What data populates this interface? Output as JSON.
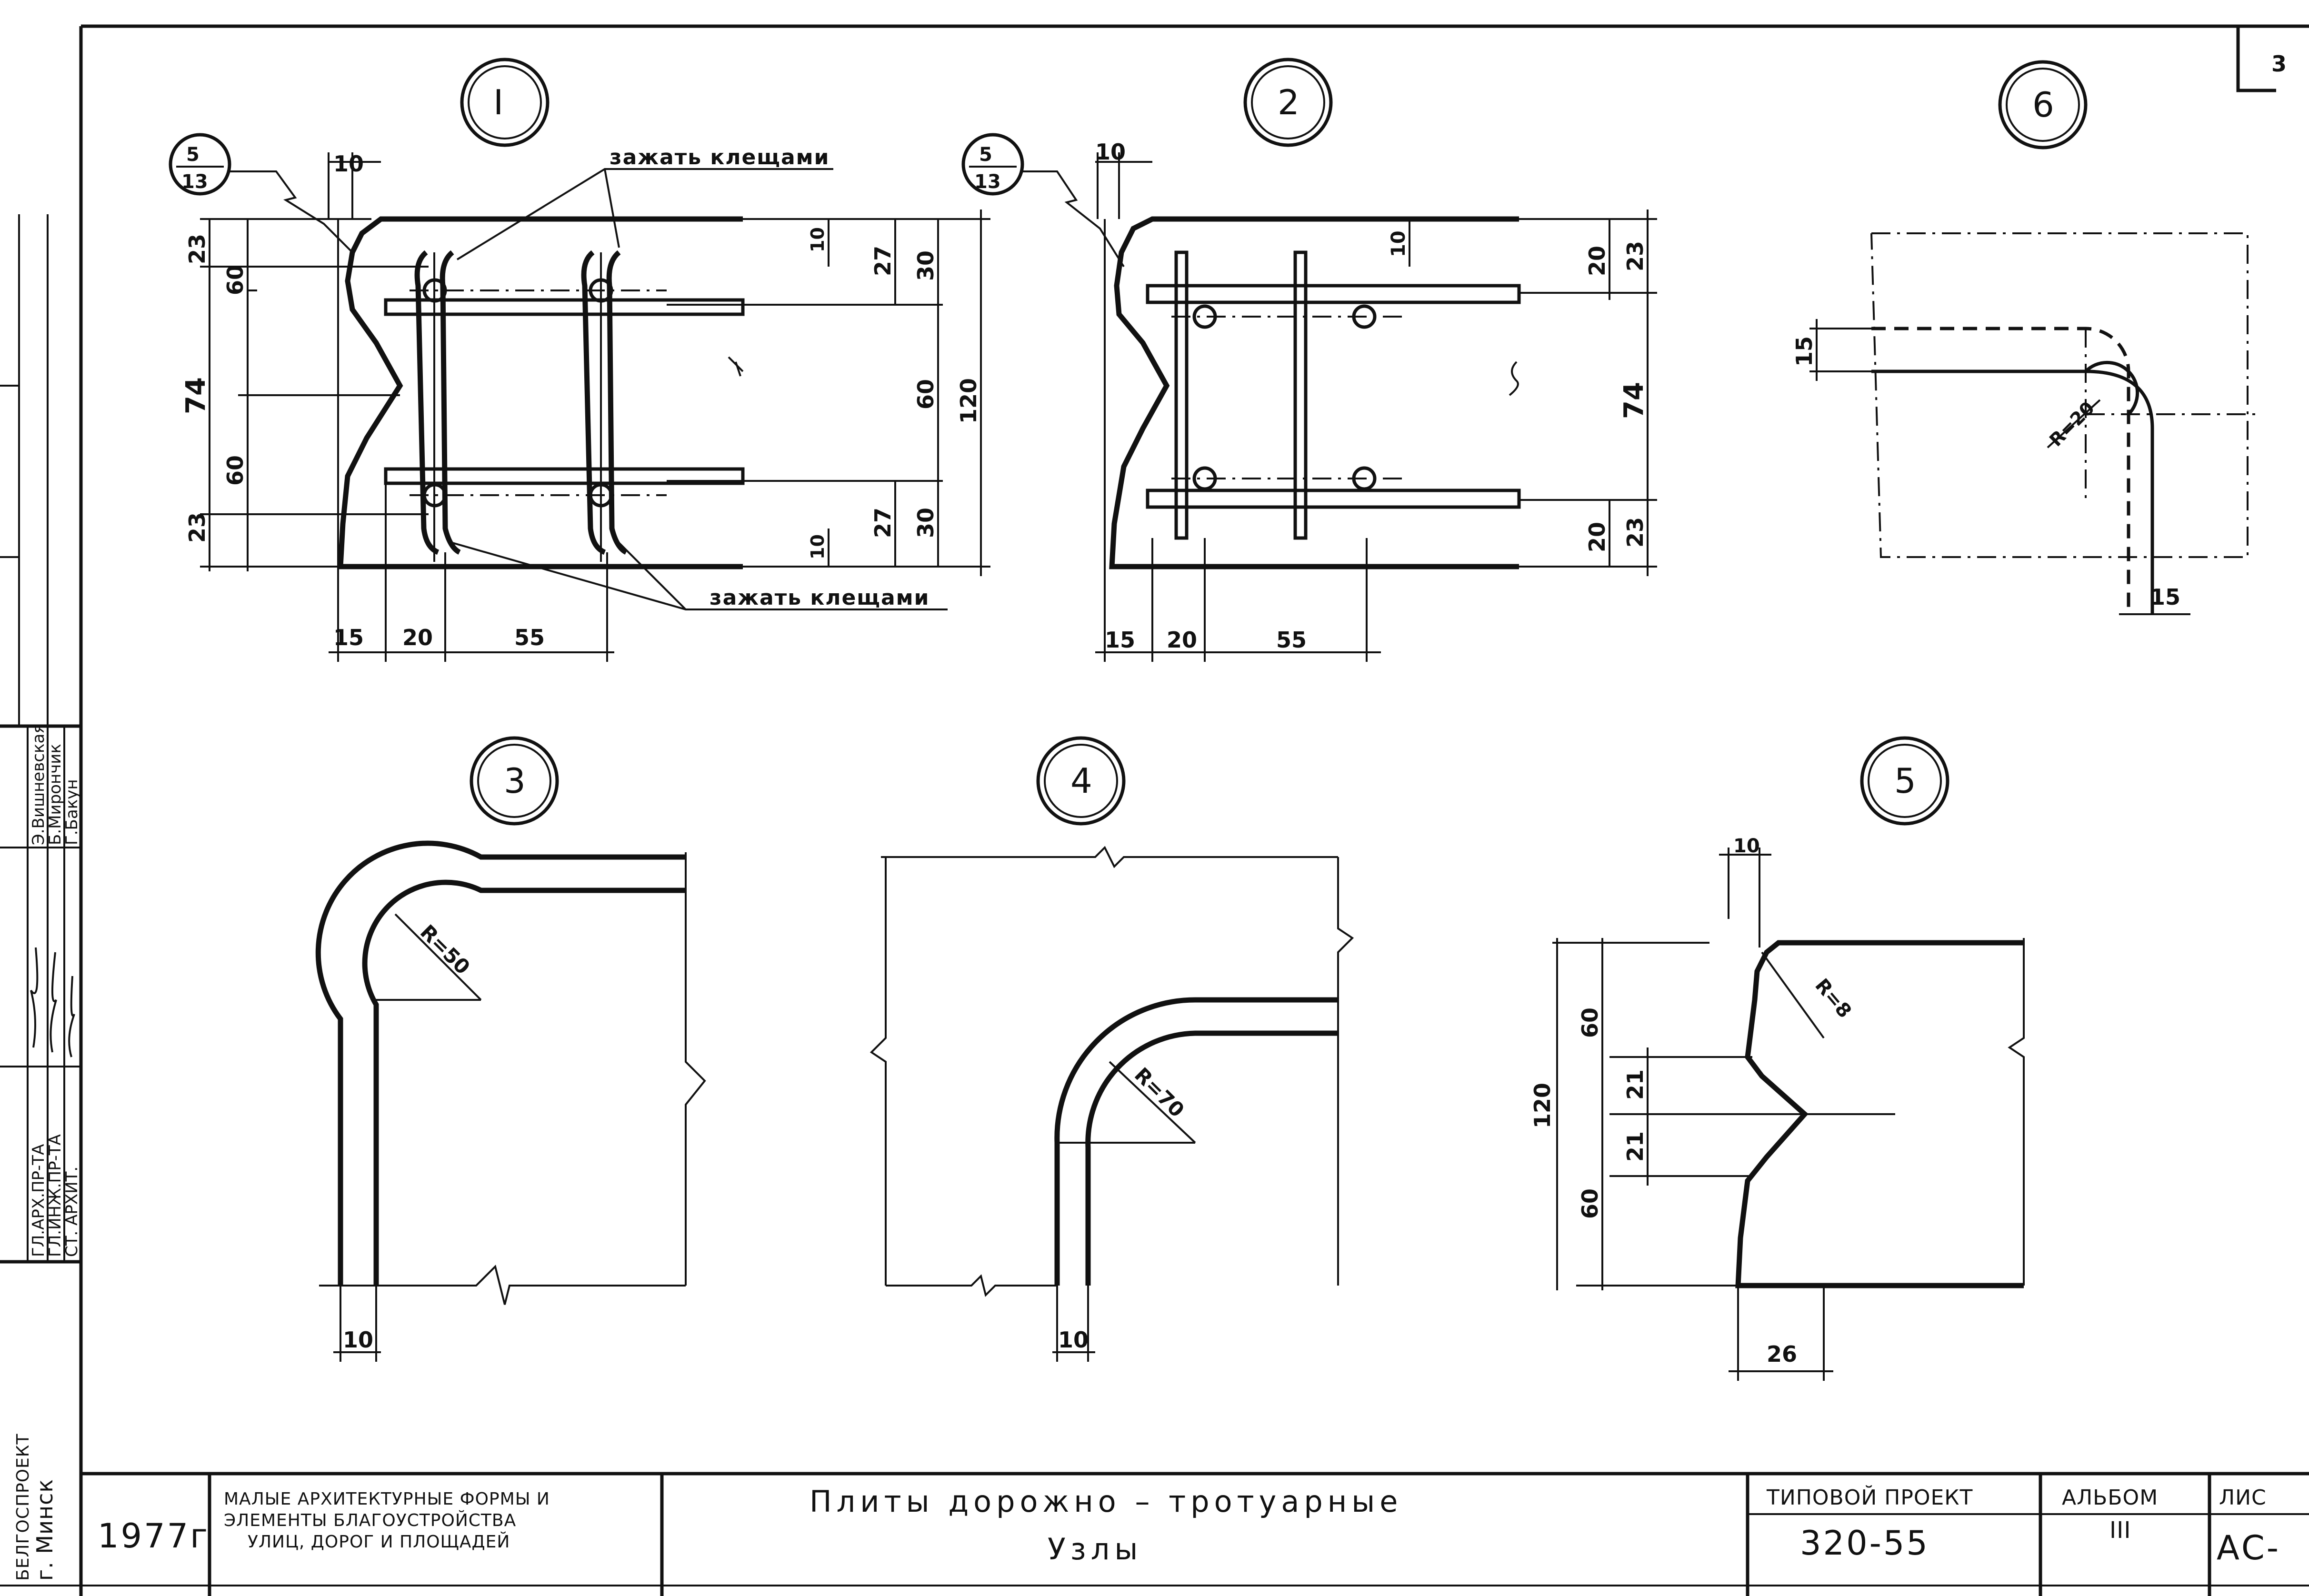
{
  "nodes": {
    "n1": "I",
    "n2": "2",
    "n3": "3",
    "n4": "4",
    "n5": "5",
    "n6": "6"
  },
  "callout": {
    "top": "5",
    "bottom": "13"
  },
  "notes": {
    "clamp": "зажать клещами"
  },
  "dims": {
    "d10": "10",
    "d15": "15",
    "d20": "20",
    "d21": "21",
    "d23": "23",
    "d26": "26",
    "d27": "27",
    "d30": "30",
    "d55": "55",
    "d60": "60",
    "d74": "74",
    "d120": "120"
  },
  "radii": {
    "r20": "R=20",
    "r50": "R=50",
    "r70": "R=70",
    "r8": "R=8"
  },
  "sheet_corner": "3",
  "title_block": {
    "year": "1977г",
    "series_line1": "МАЛЫЕ АРХИТЕКТУРНЫЕ ФОРМЫ И",
    "series_line2": "ЭЛЕМЕНТЫ БЛАГОУСТРОЙСТВА",
    "series_line3": "УЛИЦ, ДОРОГ И ПЛОЩАДЕЙ",
    "title_line1": "Плиты дорожно – тротуарные",
    "title_line2": "Узлы",
    "project_label": "ТИПОВОЙ ПРОЕКТ",
    "project_number": "320-55",
    "album_label": "АЛЬБОМ",
    "album_number": "III",
    "sheet_label": "ЛИС",
    "sheet_code": "АС-"
  },
  "side_stamp": {
    "org": "БЕЛГОСПРОЕКТ",
    "city": "г. Минск",
    "roles": [
      "ГЛ.АРХ.ПР-ТА",
      "ГЛ.ИНЖ.ПР-ТА",
      "СТ. АРХИТ."
    ],
    "names": [
      "Э.Вишневская",
      "Б.Мирончик",
      "Г.Бакун"
    ]
  }
}
